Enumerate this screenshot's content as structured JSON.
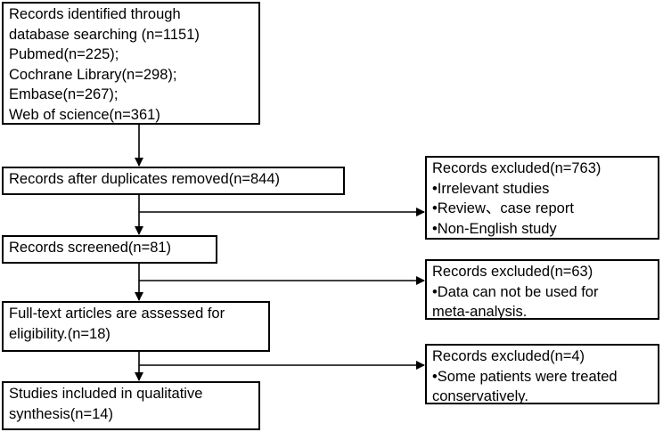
{
  "flow": {
    "identified": {
      "lines": [
        "Records identified through",
        "database searching (n=1151)",
        "Pubmed(n=225);",
        "Cochrane Library(n=298);",
        "Embase(n=267);",
        "Web of science(n=361)"
      ]
    },
    "duplicates_removed": {
      "text": "Records after duplicates removed(n=844)"
    },
    "screened": {
      "text": "Records screened(n=81)"
    },
    "full_text": {
      "lines": [
        "Full-text articles are assessed for",
        "eligibility.(n=18)"
      ]
    },
    "included": {
      "lines": [
        "Studies included in qualitative",
        "synthesis(n=14)"
      ]
    }
  },
  "exclusions": [
    {
      "lines": [
        "Records excluded(n=763)",
        "•Irrelevant studies",
        "•Review、case report",
        "•Non-English study"
      ]
    },
    {
      "lines": [
        "Records excluded(n=63)",
        "•Data can not be used for",
        "meta-analysis."
      ]
    },
    {
      "lines": [
        "Records excluded(n=4)",
        "•Some patients were treated",
        "conservatively."
      ]
    }
  ],
  "colors": {
    "stroke": "#000000",
    "background": "#ffffff"
  }
}
